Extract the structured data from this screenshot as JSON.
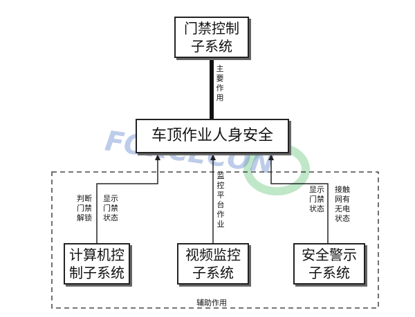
{
  "boxes": {
    "access_control": "门禁控制\n子系统",
    "main": "车顶作业人身安全",
    "computer": "计算机控\n制子系统",
    "video": "视频监控\n子系统",
    "alarm": "安全警示\n子系统"
  },
  "labels": {
    "main_role": "主\n要\n作\n用",
    "judge_unlock": "判断\n门禁\n解锁",
    "display_status_left": "显示\n门禁\n状态",
    "monitor_platform": "监\n控\n平\n台\n作\n业",
    "display_status_right": "显示\n门禁\n状态",
    "grid_power": "接触\n网有\n无电\n状态",
    "auxiliary_role": "辅助作用"
  },
  "watermark": "FORCECON",
  "colors": {
    "watermark_blue": "#6f8fd0",
    "watermark_green": "#8ad39a",
    "line": "#222222"
  }
}
